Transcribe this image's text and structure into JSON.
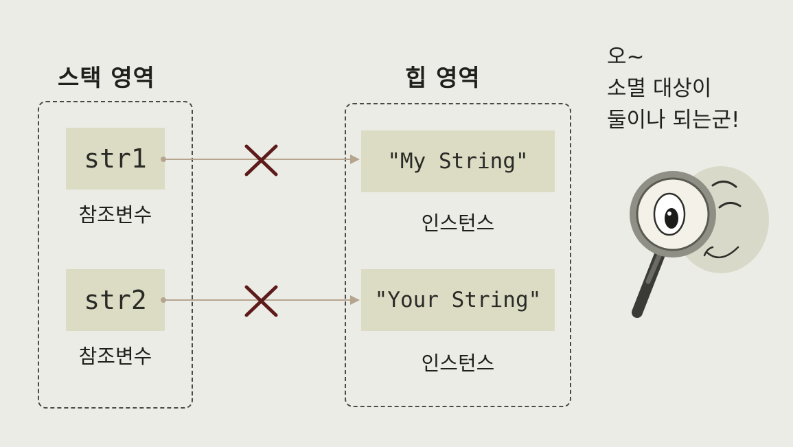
{
  "stack": {
    "title": "스택 영역",
    "vars": [
      {
        "name": "str1",
        "caption": "참조변수"
      },
      {
        "name": "str2",
        "caption": "참조변수"
      }
    ]
  },
  "heap": {
    "title": "힙 영역",
    "instances": [
      {
        "value": "\"My String\"",
        "caption": "인스턴스"
      },
      {
        "value": "\"Your String\"",
        "caption": "인스턴스"
      }
    ]
  },
  "speech": {
    "lines": [
      "오~",
      "소멸 대상이",
      "둘이나 되는군!"
    ]
  },
  "icons": {
    "cross": "cross-mark-icon",
    "mascot": "magnifying-glass-mascot-icon"
  },
  "colors": {
    "cell_fill": "#dcdcc4",
    "cross": "#5c1a1a",
    "arrow": "#b5a58f",
    "dashed_border": "#4a4a44"
  }
}
